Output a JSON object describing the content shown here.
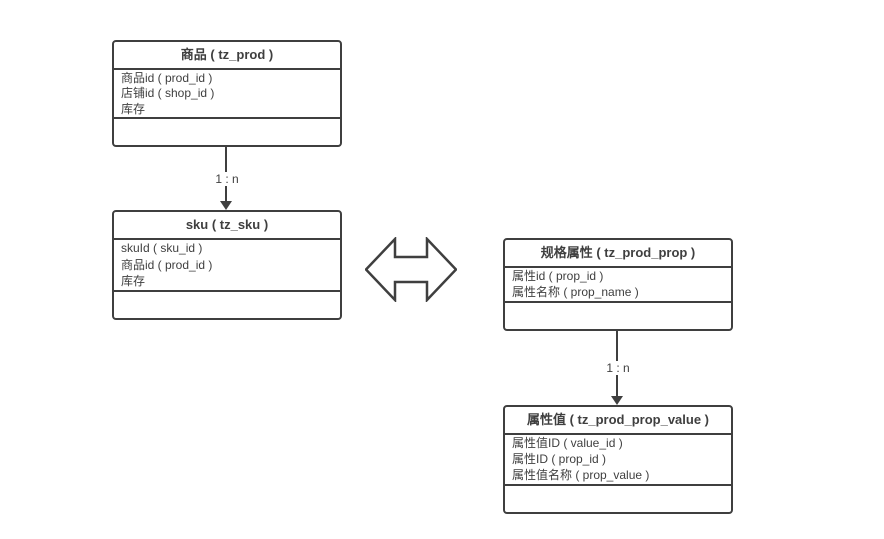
{
  "diagram": {
    "colors": {
      "line": "#3f3f3f",
      "text": "#3f3f3f",
      "background": "#ffffff"
    },
    "entities": [
      {
        "id": "prod",
        "title": "商品 ( tz_prod )",
        "fields": [
          "商品id ( prod_id )",
          "店铺id ( shop_id )",
          "库存"
        ]
      },
      {
        "id": "sku",
        "title": "sku ( tz_sku )",
        "fields": [
          "skuId ( sku_id )",
          "商品id ( prod_id )",
          "库存"
        ]
      },
      {
        "id": "prod_prop",
        "title": "规格属性 ( tz_prod_prop )",
        "fields": [
          "属性id ( prop_id )",
          "属性名称 ( prop_name )"
        ]
      },
      {
        "id": "prod_prop_value",
        "title": "属性值 ( tz_prod_prop_value )",
        "fields": [
          "属性值ID ( value_id )",
          "属性ID ( prop_id )",
          "属性值名称 ( prop_value )"
        ]
      }
    ],
    "connectors": [
      {
        "from": "prod",
        "to": "sku",
        "label": "1 : n"
      },
      {
        "from": "prod_prop",
        "to": "prod_prop_value",
        "label": "1 : n"
      }
    ],
    "relation_icon": "double-horizontal-arrow"
  }
}
